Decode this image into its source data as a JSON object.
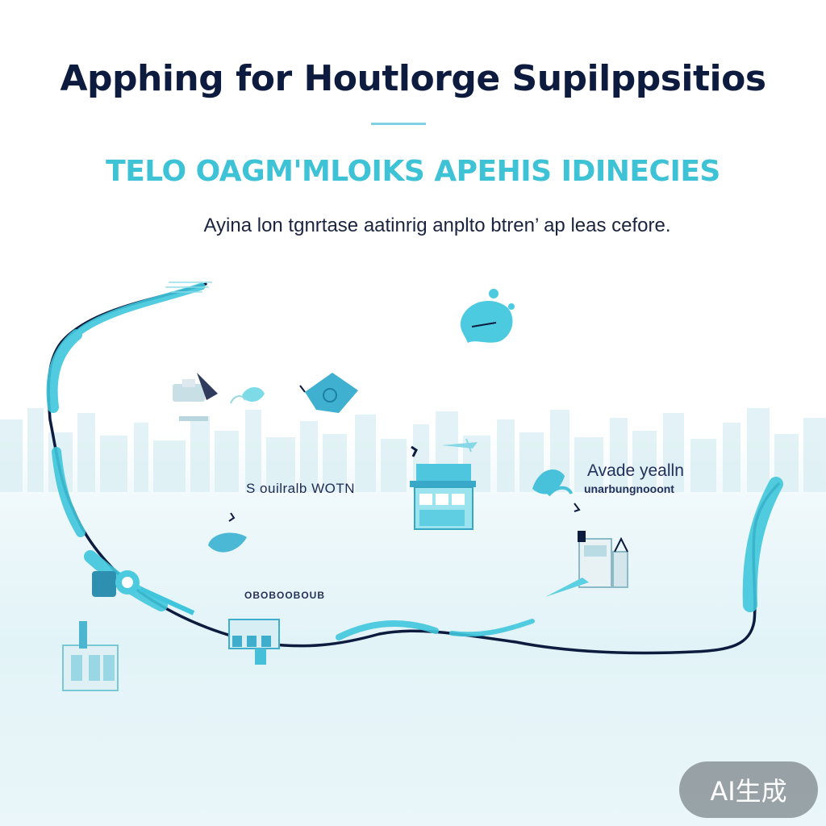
{
  "title": "Apphing for Houtlorge Supilppsitios",
  "subtitle": "TELO OAGM'MLOIKS APEHIS IDINECIES",
  "tagline": "Ayina lon tgnrtase  aatinrig anplto btren’  ap  leas cefore.",
  "labels": {
    "left": "S ouilralb WOTN",
    "left_small": "OBOBOOBOUB",
    "right_line1": "Avade yealln",
    "right_line2": "unarbungnooont"
  },
  "badge": "AI生成",
  "colors": {
    "title": "#0d1b3f",
    "accent": "#3dc2d6",
    "route": "#0d1b3f",
    "badge_bg": "#7c8487"
  },
  "icons": [
    "map-pin-icon",
    "house-icon",
    "storefront-icon",
    "building-icon",
    "factory-icon",
    "truck-icon",
    "leaf-icon",
    "bird-icon",
    "airplane-icon"
  ]
}
